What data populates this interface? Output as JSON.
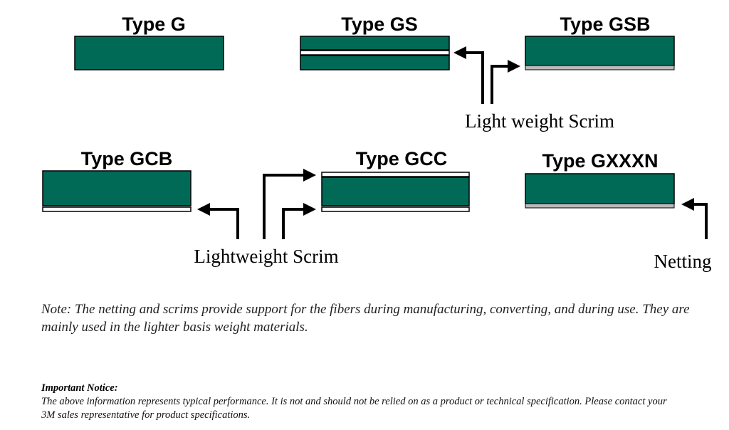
{
  "types": {
    "g": "Type G",
    "gs": "Type GS",
    "gsb": "Type GSB",
    "gcb": "Type GCB",
    "gcc": "Type GCC",
    "gxxxn": "Type GXXXN"
  },
  "callouts": {
    "scrim_top": "Light weight Scrim",
    "scrim_bottom": "Lightweight Scrim",
    "netting": "Netting"
  },
  "note": "Note: The netting and scrims provide support for the fibers during manufacturing, converting, and during use. They are mainly used in the lighter basis weight materials.",
  "notice": {
    "heading": "Important Notice:",
    "body": "The above information represents typical performance. It is not and should not be relied on as a product or technical specification. Please contact your 3M sales representative for product specifications."
  },
  "colors": {
    "fiber_layer": "#006a57",
    "white_scrim": "#ffffff",
    "gray_scrim": "#b9b9b9"
  }
}
